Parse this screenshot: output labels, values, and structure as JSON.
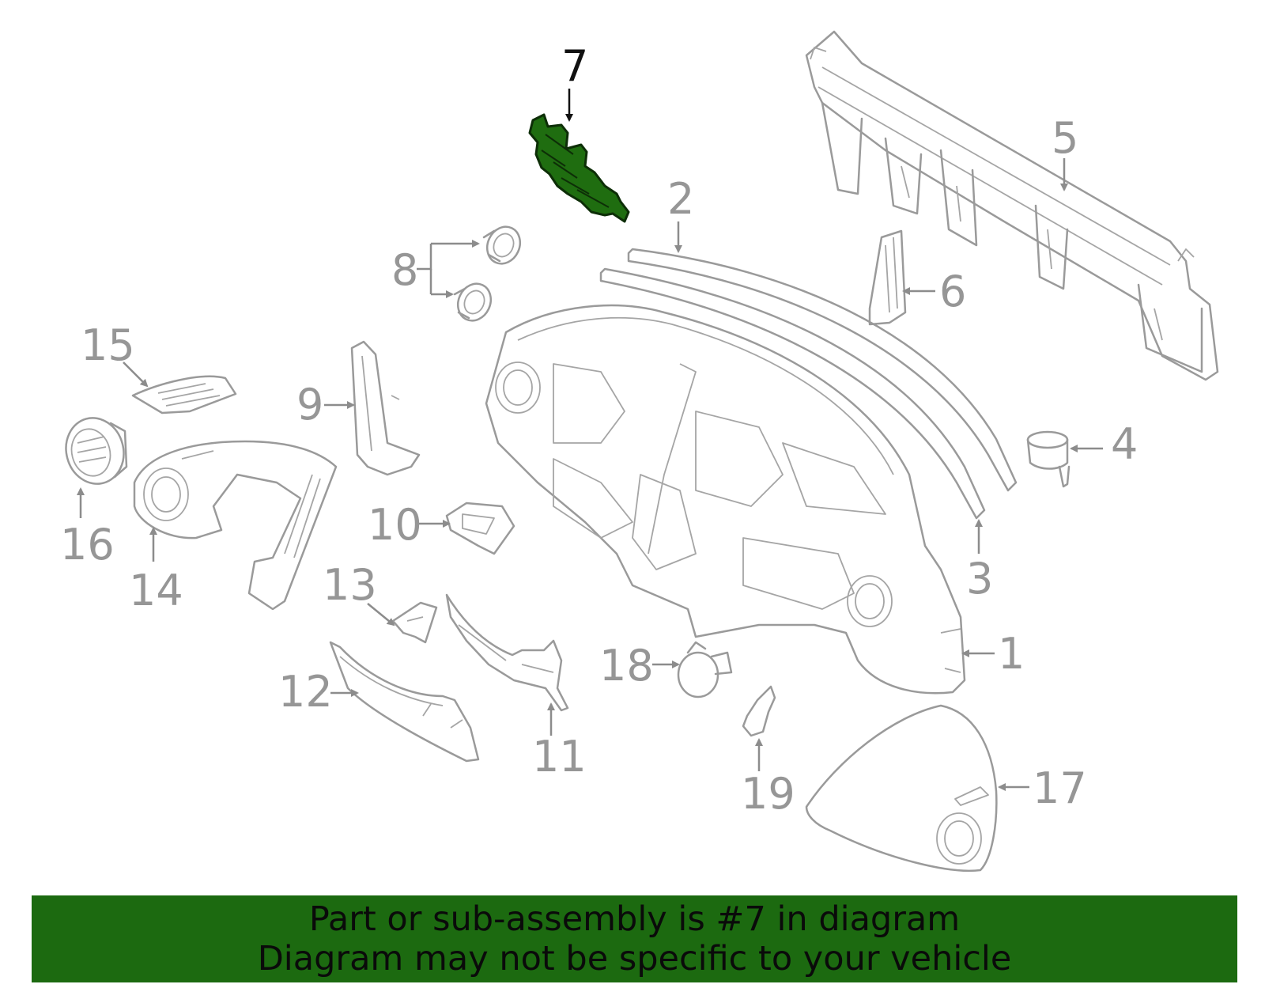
{
  "diagram": {
    "highlighted_part": "7",
    "highlight_color": "#1f6d10",
    "callouts": [
      "1",
      "2",
      "3",
      "4",
      "5",
      "6",
      "7",
      "8",
      "9",
      "10",
      "11",
      "12",
      "13",
      "14",
      "15",
      "16",
      "17",
      "18",
      "19"
    ]
  },
  "banner": {
    "line1": "Part or sub-assembly is #7 in diagram",
    "line2": "Diagram may not be specific to your vehicle",
    "background": "#1c6a10"
  }
}
